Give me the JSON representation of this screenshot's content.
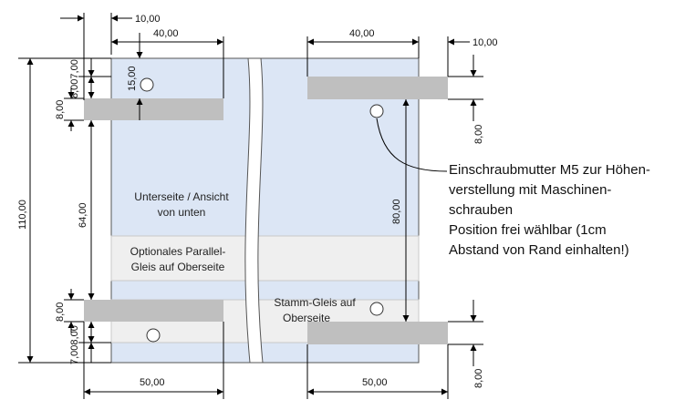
{
  "dimensions": {
    "d10_top_left": "10,00",
    "d40_top_left": "40,00",
    "d40_top_right": "40,00",
    "d10_top_right": "10,00",
    "d15": "15,00",
    "d8_007": "8,007,00",
    "d8_left_top": "8,00",
    "d110": "110,00",
    "d64": "64,00",
    "d8_left_bottom": "8,00",
    "d7_008": "7,008,00",
    "d8_right_top": "8,00",
    "d80": "80,00",
    "d8_right_bottom": "8,00",
    "d50_left": "50,00",
    "d50_right": "50,00"
  },
  "labels": {
    "underside_line1": "Unterseite / Ansicht",
    "underside_line2": "von unten",
    "parallel_line1": "Optionales Parallel-",
    "parallel_line2": "Gleis auf Oberseite",
    "main_line1": "Stamm-Gleis auf",
    "main_line2": "Oberseite"
  },
  "note": {
    "line1": "Einschraubmutter M5 zur Höhen-",
    "line2": "verstellung mit Maschinen-",
    "line3": "schrauben",
    "line4": "Position frei wählbar (1cm",
    "line5": "Abstand von Rand einhalten!)"
  },
  "colors": {
    "plate_fill": "#dce6f5",
    "strip_fill": "#efefef",
    "bar_fill": "#bfbfbf"
  }
}
